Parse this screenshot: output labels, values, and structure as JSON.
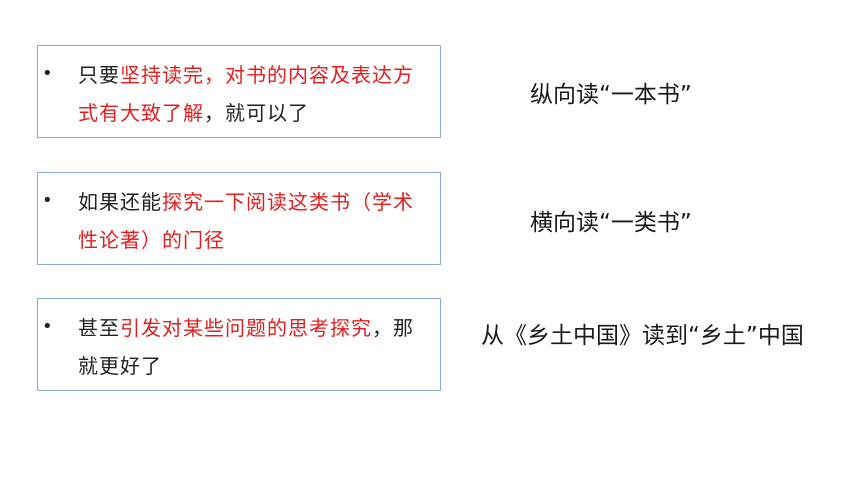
{
  "rows": [
    {
      "bullet": "•",
      "parts": [
        {
          "text": "只要",
          "hl": false
        },
        {
          "text": "坚持读完，对书的内容及表达方式有大致了解",
          "hl": true
        },
        {
          "text": "，就可以了",
          "hl": false
        }
      ],
      "right": "纵向读“一本书”"
    },
    {
      "bullet": "•",
      "parts": [
        {
          "text": "如果还能",
          "hl": false
        },
        {
          "text": "探究一下阅读这类书（学术性论著）的门径",
          "hl": true
        }
      ],
      "right": "横向读“一类书”"
    },
    {
      "bullet": "•",
      "parts": [
        {
          "text": "甚至",
          "hl": false
        },
        {
          "text": "引发对某些问题的思考探究",
          "hl": true
        },
        {
          "text": "，那就更好了",
          "hl": false
        }
      ],
      "right": "从《乡土中国》读到“乡土”中国"
    }
  ],
  "colors": {
    "highlight": "#e02020",
    "border": "#8eaad6",
    "text": "#222222"
  }
}
